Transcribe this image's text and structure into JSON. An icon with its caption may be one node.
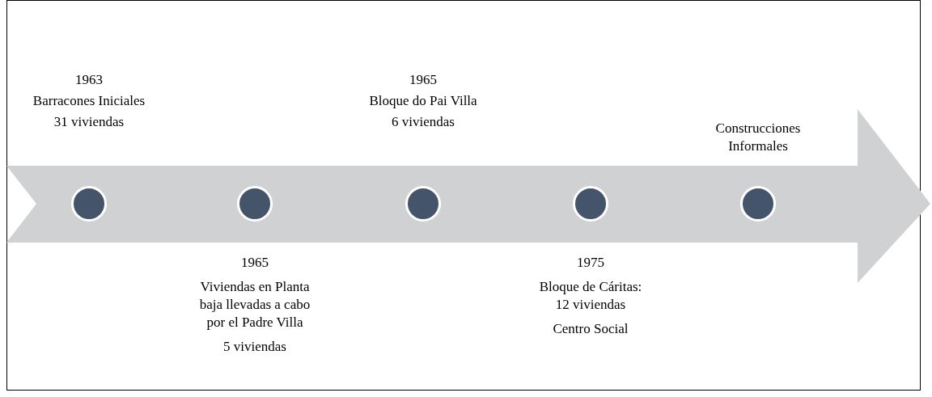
{
  "diagram": {
    "nodes": [
      {
        "text": [],
        "shape": "circle",
        "beside": [
          "1963",
          "Barracones Iniciales",
          "31 viviendas"
        ]
      },
      {
        "text": [],
        "shape": "circle",
        "beside": [
          "1965",
          "Viviendas en Planta baja llevadas a cabo por el Padre Villa",
          "5 viviendas"
        ]
      },
      {
        "text": [],
        "shape": "circle",
        "beside": [
          "1965",
          "Bloque do Pai Villa",
          "6 viviendas"
        ]
      },
      {
        "text": [],
        "shape": "circle",
        "beside": [
          "1975",
          "Bloque de Cáritas: 12 viviendas",
          "Centro Social"
        ]
      },
      {
        "text": [],
        "shape": "circle",
        "beside": [
          "Construcciones Informales"
        ]
      }
    ]
  }
}
